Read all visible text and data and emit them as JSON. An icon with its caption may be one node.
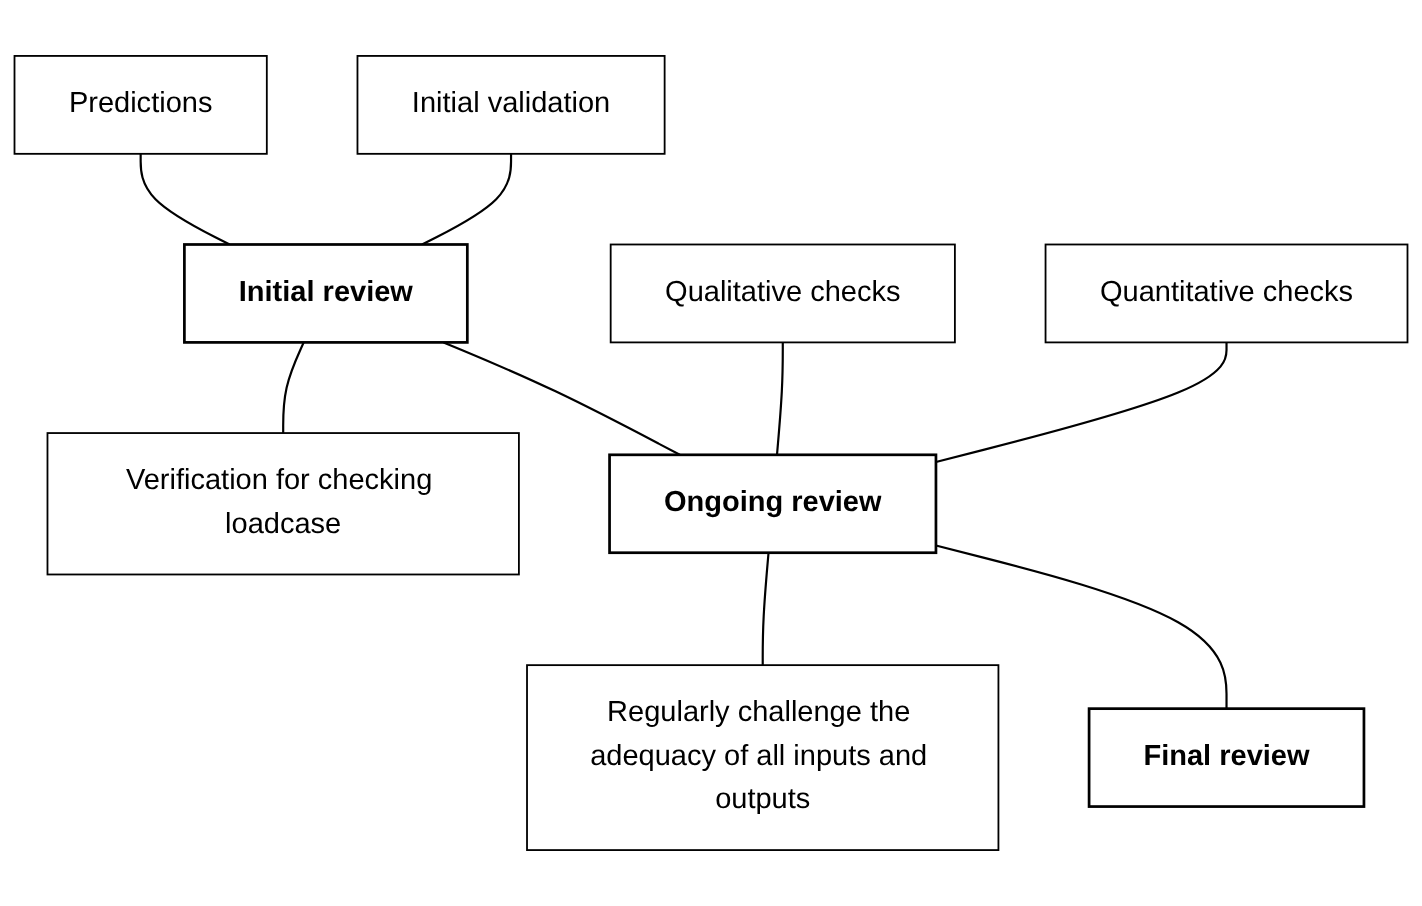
{
  "diagram": {
    "nodes": [
      {
        "text": [
          "Predictions"
        ]
      },
      {
        "text": [
          "Initial review"
        ]
      },
      {
        "text": [
          "Initial validation"
        ]
      },
      {
        "text": [
          "Verification for checking loadcase"
        ]
      },
      {
        "text": [
          "Qualitative checks"
        ]
      },
      {
        "text": [
          "Quantitative checks"
        ]
      },
      {
        "text": [
          "Ongoing review"
        ]
      },
      {
        "text": [
          "Regularly challenge the adequacy of all inputs and outputs"
        ]
      },
      {
        "text": [
          "Final review"
        ]
      }
    ],
    "edges": [
      {
        "from": 0,
        "to": 1,
        "arrow": "none"
      },
      {
        "from": 2,
        "to": 1,
        "arrow": "none"
      },
      {
        "from": 1,
        "to": 3,
        "arrow": "none"
      },
      {
        "from": 1,
        "to": 6,
        "arrow": "none"
      },
      {
        "from": 4,
        "to": 6,
        "arrow": "none"
      },
      {
        "from": 5,
        "to": 6,
        "arrow": "none"
      },
      {
        "from": 6,
        "to": 7,
        "arrow": "none"
      },
      {
        "from": 6,
        "to": 8,
        "arrow": "none"
      }
    ]
  }
}
